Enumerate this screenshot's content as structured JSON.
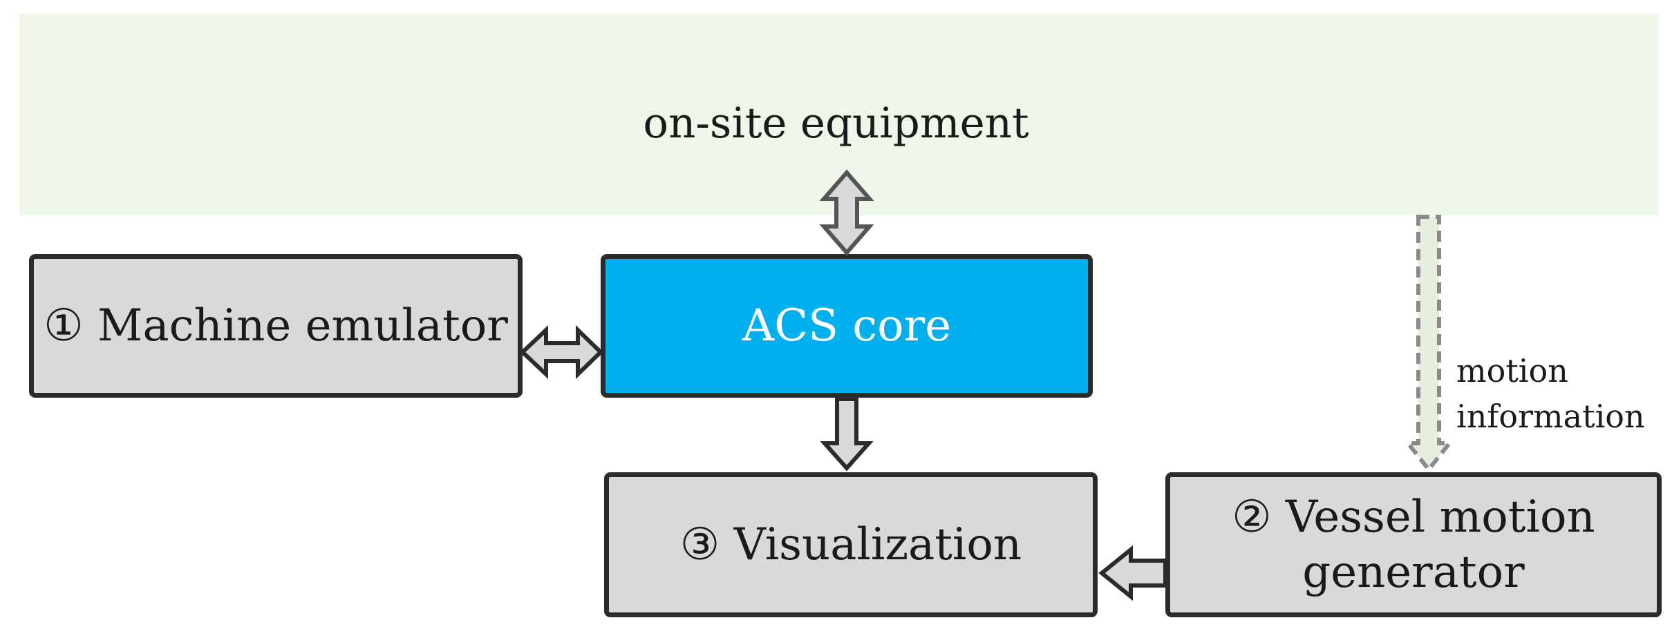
{
  "band": {
    "label": "on-site equipment",
    "color": "#eff6ea"
  },
  "boxes": {
    "machine_emulator": {
      "label": "① Machine emulator"
    },
    "acs_core": {
      "label": "ACS core",
      "color": "#00b0ee"
    },
    "visualization": {
      "label": "③ Visualization"
    },
    "vessel_motion": {
      "line1": "② Vessel motion",
      "line2": "generator"
    }
  },
  "side_label": {
    "line1": "motion",
    "line2": "information"
  },
  "colors": {
    "box_fill": "#d9d9d9",
    "border": "#2b2b2b",
    "dashed_arrow": "#888888"
  }
}
